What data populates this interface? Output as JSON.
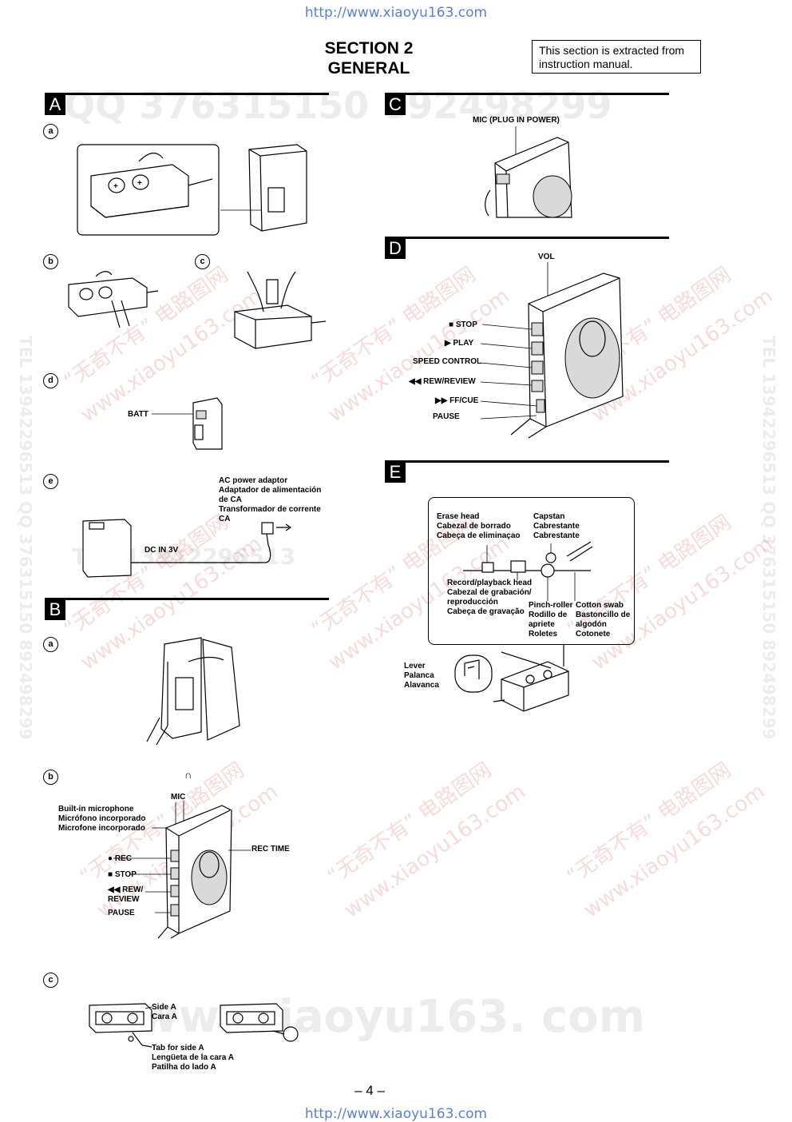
{
  "header": {
    "url_top": "http://www.xiaoyu163.com",
    "title_line1": "SECTION  2",
    "title_line2": "GENERAL",
    "note": "This section is extracted from instruction manual."
  },
  "sections": {
    "A": {
      "letter": "A",
      "subs": [
        "a",
        "b",
        "c",
        "d",
        "e"
      ],
      "batt": "BATT",
      "ac_adaptor": [
        "AC power adaptor",
        "Adaptador de alimentación",
        "de CA",
        "Transformador de corrente",
        "CA"
      ],
      "dc_in": "DC IN 3V"
    },
    "B": {
      "letter": "B",
      "subs": [
        "a",
        "b",
        "c"
      ],
      "builtin_mic": [
        "Built-in microphone",
        "Micrófono incorporado",
        "Microfone incorporado"
      ],
      "mic": "MIC",
      "headphone_icon": "headphone-icon",
      "rec_time": "REC TIME",
      "rec": "● REC",
      "stop": "■ STOP",
      "rew_review": [
        "◀◀ REW/",
        "REVIEW"
      ],
      "pause": "PAUSE",
      "side_a": [
        "Side A",
        "Cara A"
      ],
      "tab_side_a": [
        "Tab for side A",
        "Lengüeta de la cara A",
        "Patilha do lado A"
      ]
    },
    "C": {
      "letter": "C",
      "mic_plug": "MIC (PLUG IN POWER)"
    },
    "D": {
      "letter": "D",
      "vol": "VOL",
      "stop": "■ STOP",
      "play": "▶ PLAY",
      "speed": "SPEED CONTROL",
      "rew": "◀◀ REW/REVIEW",
      "ff": "▶▶ FF/CUE",
      "pause": "PAUSE"
    },
    "E": {
      "letter": "E",
      "erase_head": [
        "Erase head",
        "Cabezal de borrado",
        "Cabeça de eliminaçao"
      ],
      "capstan": [
        "Capstan",
        "Cabrestante",
        "Cabrestante"
      ],
      "rec_head": [
        "Record/playback head",
        "Cabezal de grabación/",
        "reproducción",
        "Cabeça de gravação"
      ],
      "pinch": [
        "Pinch-roller",
        "Rodillo de",
        "apriete",
        "Roletes"
      ],
      "swab": [
        "Cotton swab",
        "Bastoncillo de",
        "algodón",
        "Cotonete"
      ],
      "lever": [
        "Lever",
        "Palanca",
        "Alavanca"
      ]
    }
  },
  "watermarks": {
    "qq": "QQ 376315150   892498299",
    "site": "www.xiaoyu163.com",
    "cn": "“无奇不有” 电路图网",
    "side": "TEL 13942296513   QQ 376315150   892498299",
    "big_site": "www. xiaoyu163. com",
    "tel_mid": "TEL 13942296513"
  },
  "footer": {
    "page": "– 4 –",
    "url_bottom": "http://www.xiaoyu163.com"
  }
}
